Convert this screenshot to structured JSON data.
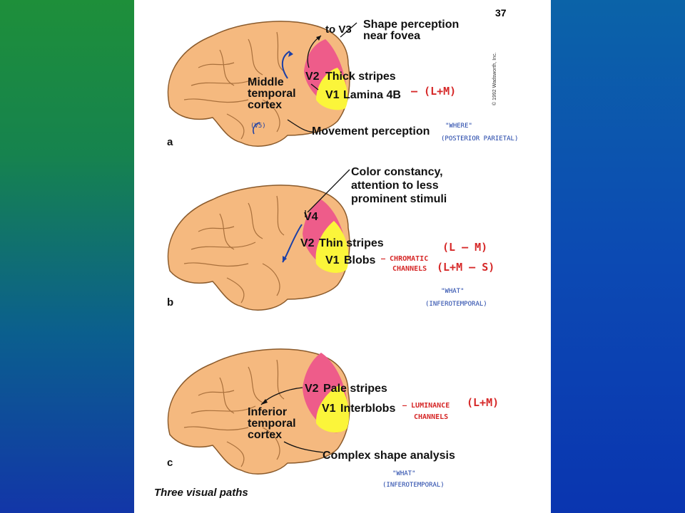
{
  "page_number": "37",
  "copyright": "© 1992 Wadsworth, Inc.",
  "caption": "Three visual paths",
  "colors": {
    "brain": "#f5b97f",
    "v2": "#ee5c8a",
    "v1": "#fbf53a",
    "annotation_red": "#d62828",
    "annotation_blue": "#1b3fa6"
  },
  "panel_a": {
    "letter": "a",
    "to_v3": "to V3",
    "shape_perception": "Shape perception near fovea",
    "v2_label": "V2",
    "v2_desc": "Thick stripes",
    "v1_label": "V1",
    "v1_desc": "Lamina 4B",
    "mt": "Middle temporal cortex",
    "movement": "Movement perception",
    "hand_v5": "(V5)",
    "hand_lm": "– (L+M)",
    "hand_where": "\"WHERE\"",
    "hand_parietal": "(POSTERIOR PARIETAL)"
  },
  "panel_b": {
    "letter": "b",
    "color_constancy_1": "Color constancy,",
    "color_constancy_2": "attention to less",
    "color_constancy_3": "prominent stimuli",
    "v4_label": "V4",
    "v2_label": "V2",
    "v2_desc": "Thin stripes",
    "v1_label": "V1",
    "v1_desc": "Blobs",
    "hand_chromatic_1": "– CHROMATIC",
    "hand_chromatic_2": "CHANNELS",
    "hand_l_m": "(L – M)",
    "hand_lms": "(L+M – S)",
    "hand_what": "\"WHAT\"",
    "hand_infero": "(INFEROTEMPORAL)"
  },
  "panel_c": {
    "letter": "c",
    "v2_label": "V2",
    "v2_desc": "Pale stripes",
    "v1_label": "V1",
    "v1_desc": "Interblobs",
    "it": "Inferior temporal cortex",
    "complex": "Complex shape analysis",
    "hand_luminance_1": "– LUMINANCE",
    "hand_luminance_2": "CHANNELS",
    "hand_lm": "(L+M)",
    "hand_what": "\"WHAT\"",
    "hand_infero": "(INFEROTEMPORAL)"
  }
}
